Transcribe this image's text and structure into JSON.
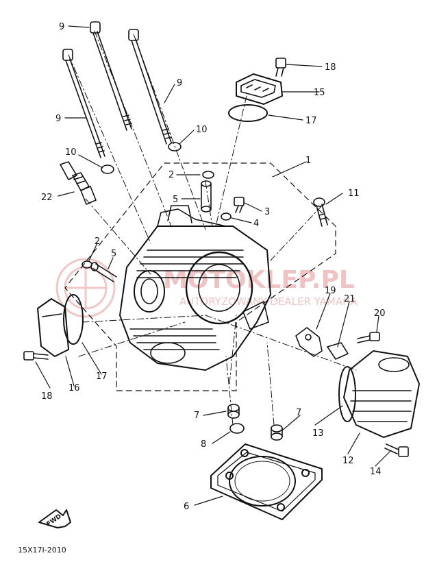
{
  "diagram": {
    "part_labels": {
      "head": "1",
      "pin_a": "2",
      "pin_b": "2",
      "screw_3": "3",
      "washer_4": "4",
      "guide_a": "5",
      "guide_b": "5",
      "gasket": "6",
      "seal_a": "7",
      "seal_b": "7",
      "seat_8": "8",
      "bolt_left": "9",
      "bolt_mid": "9",
      "bolt_right": "9",
      "washer_a": "10",
      "washer_b": "10",
      "screw_11": "11",
      "cover_12": "12",
      "oring_13": "13",
      "bolt_14": "14",
      "cap_15": "15",
      "oring_16": "16",
      "oring_17_top": "17",
      "oring_17_left": "17",
      "bolt_18_top": "18",
      "bolt_18_left": "18",
      "part_19": "19",
      "bolt_20": "20",
      "part_21": "21",
      "spark_plug": "22"
    },
    "fwd_label": "FWD",
    "code": "15X17I-2010",
    "watermark": {
      "brand": "MOTOKLEP.PL",
      "subtitle": "AUTORYZOWANY DEALER YAMAHA",
      "color": "#e8a0a0"
    }
  }
}
